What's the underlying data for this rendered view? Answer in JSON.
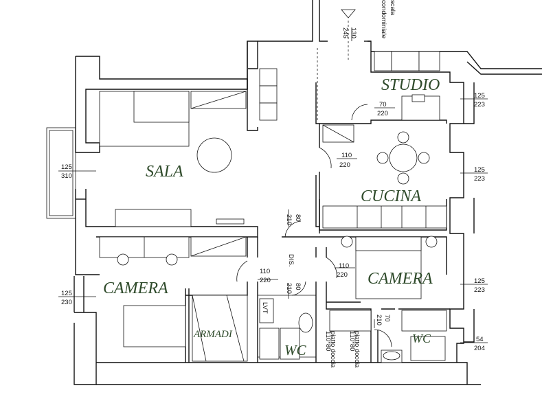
{
  "rooms": {
    "sala": "SALA",
    "studio": "STUDIO",
    "cucina": "CUCINA",
    "camera_left": "CAMERA",
    "camera_right": "CAMERA",
    "armadi": "ARMADI",
    "wc_left": "WC",
    "wc_right": "WC",
    "dis": "DIS."
  },
  "stair": {
    "line1": "scala",
    "line2": "condominiale"
  },
  "dimensions": {
    "entrance": {
      "width": "130",
      "height": "245"
    },
    "studio_door": {
      "width": "70",
      "height": "220"
    },
    "studio_window": {
      "width": "125",
      "height": "223"
    },
    "sala_window": {
      "width": "125",
      "height": "310"
    },
    "cucina_door": {
      "width": "110",
      "height": "220"
    },
    "cucina_window": {
      "width": "125",
      "height": "223"
    },
    "sala_door": {
      "width": "80",
      "height": "210"
    },
    "camera_left_door": {
      "width": "110",
      "height": "220"
    },
    "camera_right_door": {
      "width": "110",
      "height": "220"
    },
    "wc_left_door": {
      "width": "80",
      "height": "210"
    },
    "camera_left_window": {
      "width": "125",
      "height": "230"
    },
    "camera_right_window": {
      "width": "125",
      "height": "223"
    },
    "wc_right_door": {
      "width": "70",
      "height": "210"
    },
    "wc_right_window": {
      "width": "54",
      "height": "204"
    }
  },
  "fixtures": {
    "lvt": "LVT",
    "shower1_line1": "piatto doccia",
    "shower1_line2": "110*80",
    "shower2_line1": "piatto doccia",
    "shower2_line2": "110*80"
  }
}
